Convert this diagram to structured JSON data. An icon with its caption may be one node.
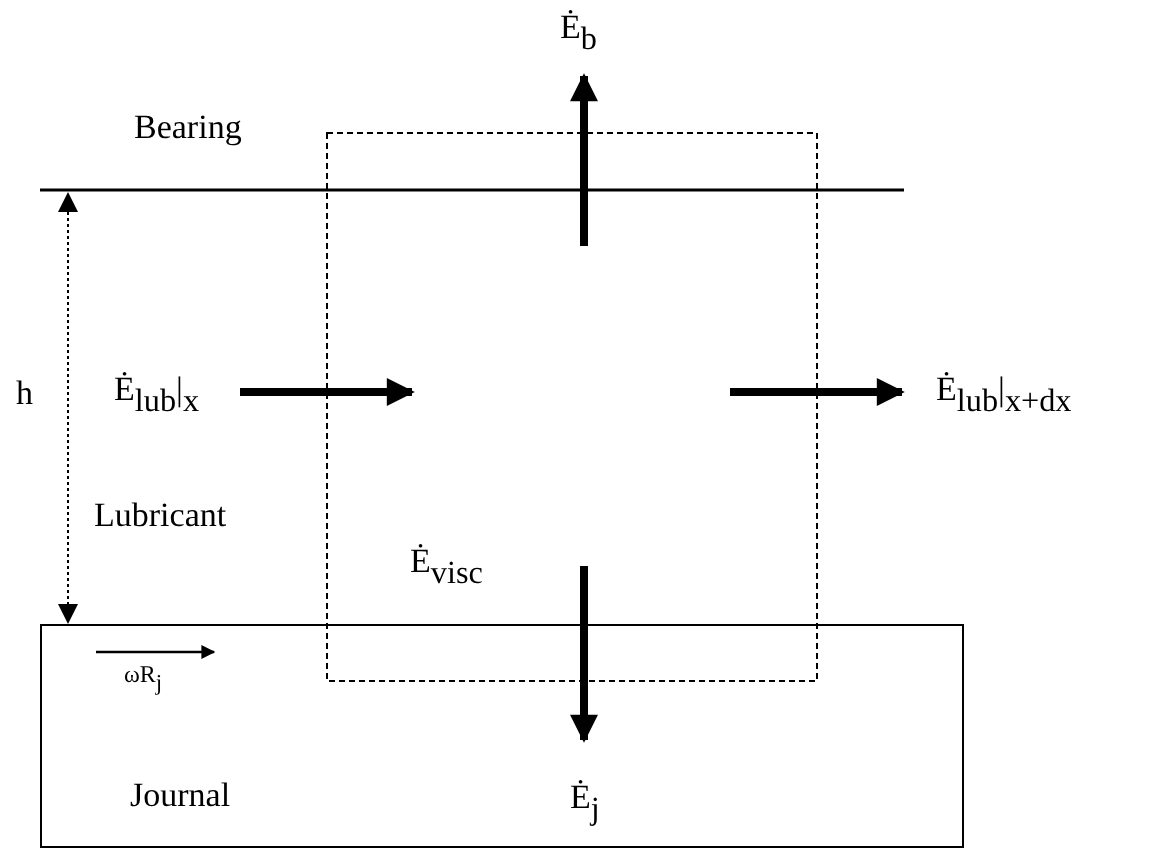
{
  "diagram": {
    "nodes": [
      {
        "text": [
          "Journal"
        ]
      }
    ],
    "labels": [
      "Ė$_{b}$",
      "Bearing",
      "h",
      "Ė$_{lub}$|$_{x}$",
      "Ė$_{lub}$|$_{x+dx}$",
      "Lubricant",
      "Ė$_{visc}$",
      "ωR$_{j}$",
      "Ė$_{j}$"
    ]
  }
}
